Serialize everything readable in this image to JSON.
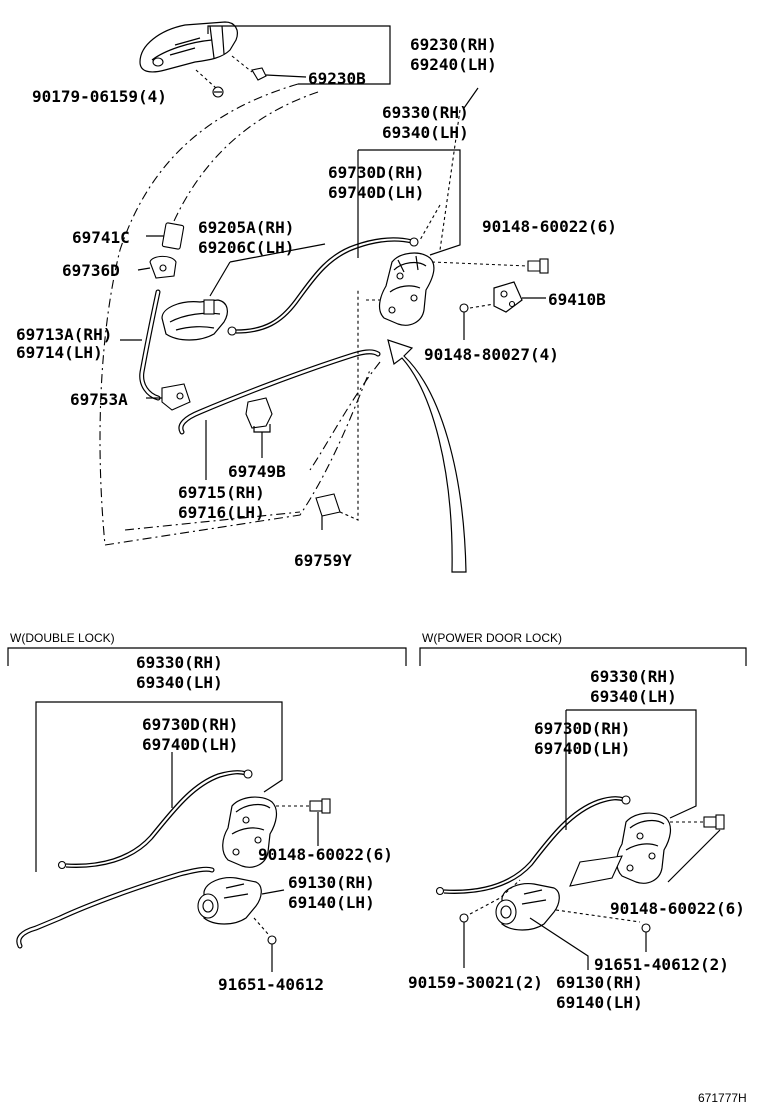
{
  "figure_id": "671777H",
  "main_labels": {
    "l69230_rh": "69230(RH)",
    "l69240_lh": "69240(LH)",
    "l69230b": "69230B",
    "l90179": "90179-06159(4)",
    "l69330_rh": "69330(RH)",
    "l69340_lh": "69340(LH)",
    "l69730d_rh": "69730D(RH)",
    "l69740d_lh": "69740D(LH)",
    "l69741c": "69741C",
    "l69205a_rh": "69205A(RH)",
    "l69206c_lh": "69206C(LH)",
    "l90148_60022": "90148-60022(6)",
    "l69736d": "69736D",
    "l69410b": "69410B",
    "l69713a_rh": "69713A(RH)",
    "l69714_lh": "69714(LH)",
    "l90148_80027": "90148-80027(4)",
    "l69753a": "69753A",
    "l69749b": "69749B",
    "l69715_rh": "69715(RH)",
    "l69716_lh": "69716(LH)",
    "l69759y": "69759Y"
  },
  "double_lock": {
    "title": "W(DOUBLE LOCK)",
    "l69330_rh": "69330(RH)",
    "l69340_lh": "69340(LH)",
    "l69730d_rh": "69730D(RH)",
    "l69740d_lh": "69740D(LH)",
    "l90148_60022": "90148-60022(6)",
    "l69130_rh": "69130(RH)",
    "l69140_lh": "69140(LH)",
    "l91651": "91651-40612"
  },
  "power_lock": {
    "title": "W(POWER DOOR LOCK)",
    "l69330_rh": "69330(RH)",
    "l69340_lh": "69340(LH)",
    "l69730d_rh": "69730D(RH)",
    "l69740d_lh": "69740D(LH)",
    "l90148_60022": "90148-60022(6)",
    "l91651": "91651-40612(2)",
    "l90159": "90159-30021(2)",
    "l69130_rh": "69130(RH)",
    "l69140_lh": "69140(LH)"
  }
}
